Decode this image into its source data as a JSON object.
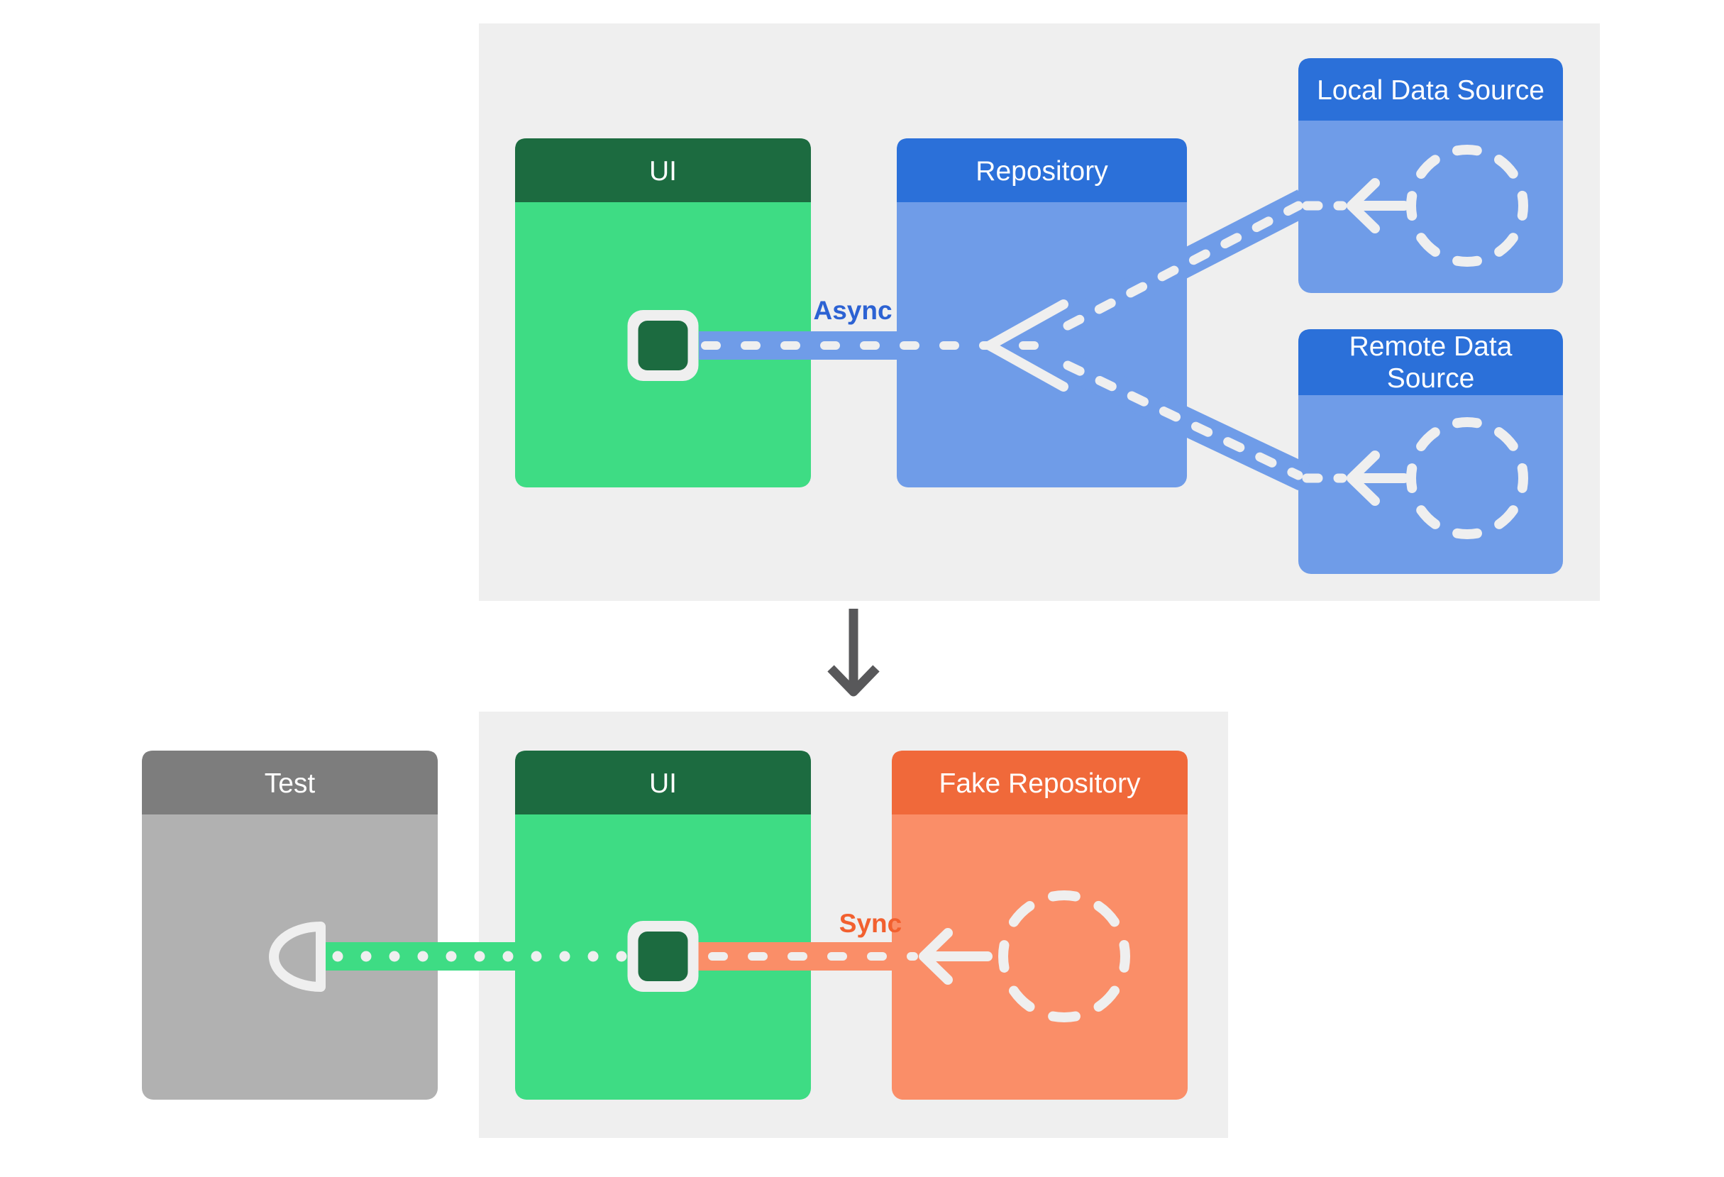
{
  "diagram": {
    "top_flow": {
      "ui_title": "UI",
      "repository_title": "Repository",
      "local_data_source_title": "Local Data Source",
      "remote_data_source_title_lines": [
        "Remote Data",
        "Source"
      ],
      "connection_label": "Async"
    },
    "bottom_flow": {
      "test_title": "Test",
      "ui_title": "UI",
      "fake_repository_title": "Fake Repository",
      "connection_label": "Sync"
    }
  },
  "colors": {
    "canvas": "#ffffff",
    "panel": "#efefef",
    "green_header": "#1c6b40",
    "green_body": "#3edc84",
    "blue_header": "#2b70d9",
    "blue_body": "#6f9ce8",
    "orange_header": "#f0693a",
    "orange_body": "#fa8e68",
    "gray_header": "#7d7d7d",
    "gray_body": "#b1b1b1",
    "stroke_light": "#efefef",
    "header_text": "#ffffff",
    "async_label": "#2c62d3",
    "sync_label": "#f2602f",
    "down_arrow": "#58585a"
  }
}
